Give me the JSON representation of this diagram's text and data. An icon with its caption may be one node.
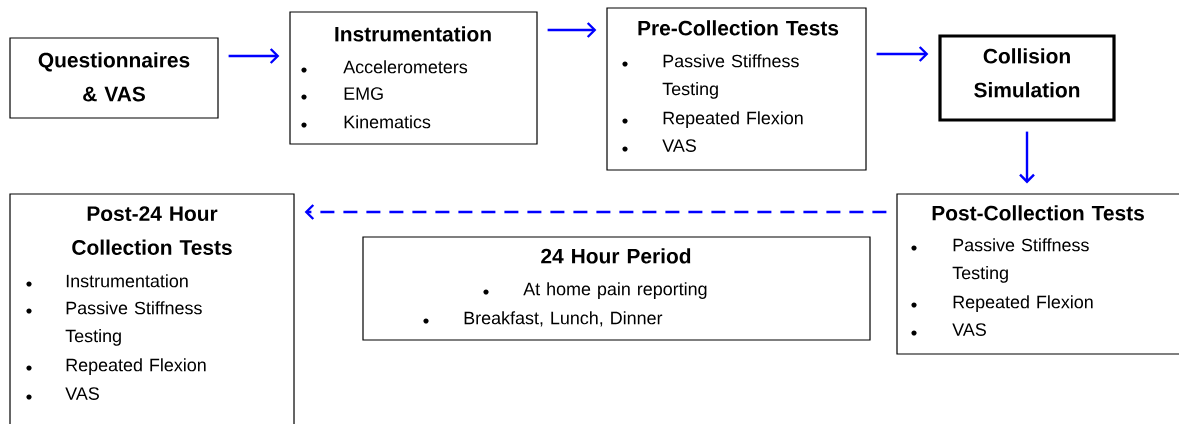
{
  "diagram": {
    "nodes": [
      {
        "text": [
          "Questionnaires & VAS"
        ]
      },
      {
        "text": [
          "Instrumentation",
          "Accelerometers",
          "EMG",
          "Kinematics"
        ]
      },
      {
        "text": [
          "Pre-Collection Tests",
          "Passive Stiffness Testing",
          "Repeated Flexion",
          "VAS"
        ]
      },
      {
        "text": [
          "Collision Simulation"
        ]
      },
      {
        "text": [
          "Post-Collection Tests",
          "Passive Stiffness Testing",
          "Repeated Flexion",
          "VAS"
        ]
      },
      {
        "text": [
          "24 Hour Period",
          "At home pain reporting",
          "Breakfast, Lunch, Dinner"
        ]
      },
      {
        "text": [
          "Post-24 Hour Collection Tests",
          "Instrumentation",
          "Passive Stiffness Testing",
          "Repeated Flexion",
          "VAS"
        ]
      }
    ],
    "edges": [
      {
        "from": 0,
        "to": 1,
        "arrow": "to"
      },
      {
        "from": 1,
        "to": 2,
        "arrow": "to"
      },
      {
        "from": 2,
        "to": 3,
        "arrow": "to"
      },
      {
        "from": 3,
        "to": 4,
        "arrow": "to"
      },
      {
        "from": 4,
        "to": 6,
        "arrow": "to",
        "style": "dashed"
      }
    ]
  }
}
